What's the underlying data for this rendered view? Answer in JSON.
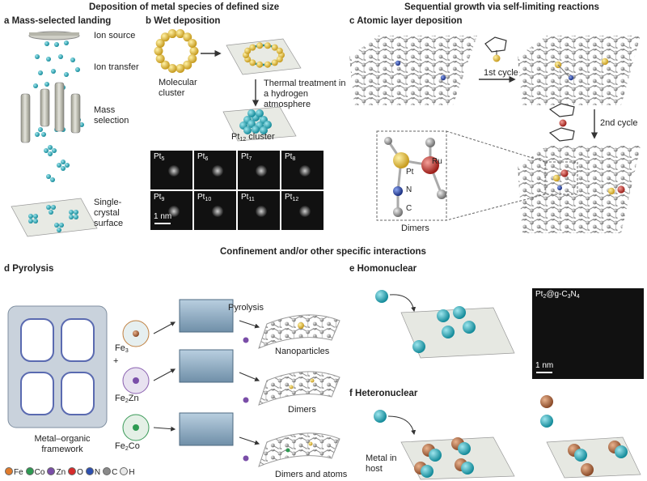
{
  "header_top_left": "Deposition of metal species of defined size",
  "header_top_right": "Sequential growth via self-limiting reactions",
  "header_middle": "Confinement and/or other specific interactions",
  "panel_a": {
    "letter": "a",
    "title": "Mass-selected landing",
    "labels": [
      "Ion source",
      "Ion transfer",
      "Mass selection",
      "Single-crystal surface"
    ]
  },
  "panel_b": {
    "letter": "b",
    "title": "Wet deposition",
    "molecular_cluster": "Molecular cluster",
    "thermal": "Thermal treatment in a hydrogen atmosphere",
    "cluster_label": "Pt",
    "cluster_sub": "12",
    "cluster_suffix": " cluster",
    "em_labels": [
      {
        "base": "Pt",
        "sub": "5"
      },
      {
        "base": "Pt",
        "sub": "6"
      },
      {
        "base": "Pt",
        "sub": "7"
      },
      {
        "base": "Pt",
        "sub": "8"
      },
      {
        "base": "Pt",
        "sub": "9"
      },
      {
        "base": "Pt",
        "sub": "10"
      },
      {
        "base": "Pt",
        "sub": "11"
      },
      {
        "base": "Pt",
        "sub": "12"
      }
    ],
    "scale": "1 nm"
  },
  "panel_c": {
    "letter": "c",
    "title": "Atomic layer deposition",
    "cycle1": "1st cycle",
    "cycle2": "2nd cycle",
    "inset": {
      "pt": "Pt",
      "ru": "Ru",
      "n": "N",
      "c": "C",
      "caption": "Dimers"
    }
  },
  "panel_d": {
    "letter": "d",
    "title": "Pyrolysis",
    "pyrolysis": "Pyrolysis",
    "precursors": [
      {
        "base": "Fe",
        "sub": "3",
        "rest": ""
      },
      {
        "base": "Fe",
        "sub": "2",
        "rest": "Zn"
      },
      {
        "base": "Fe",
        "sub": "2",
        "rest": "Co"
      }
    ],
    "plus": "+",
    "mof": "Metal–organic framework",
    "products": [
      "Nanoparticles",
      "Dimers",
      "Dimers and atoms"
    ],
    "legend": [
      {
        "symbol": "Fe",
        "color": "#e07b2c"
      },
      {
        "symbol": "Co",
        "color": "#2e9a52"
      },
      {
        "symbol": "Zn",
        "color": "#7a4ea8"
      },
      {
        "symbol": "O",
        "color": "#d62b2b"
      },
      {
        "symbol": "N",
        "color": "#2c4fb0"
      },
      {
        "symbol": "C",
        "color": "#8a8a8a"
      },
      {
        "symbol": "H",
        "color": "#e8e8e8"
      }
    ]
  },
  "panel_e": {
    "letter": "e",
    "title": "Homonuclear",
    "em_label_base": "Pt",
    "em_label_sub": "2",
    "em_label_mid": "@g-C",
    "em_label_sub2": "3",
    "em_label_end": "N",
    "em_label_sub3": "4",
    "scale": "1 nm"
  },
  "panel_f": {
    "letter": "f",
    "title": "Heteronuclear",
    "metal_host": "Metal in host"
  },
  "colors": {
    "teal": "#1fb5c4",
    "gold": "#e3c24b",
    "brown": "#b5704a",
    "blue": "#2640a0",
    "ru": "#c0302a",
    "slab": "#e6e8e2"
  }
}
